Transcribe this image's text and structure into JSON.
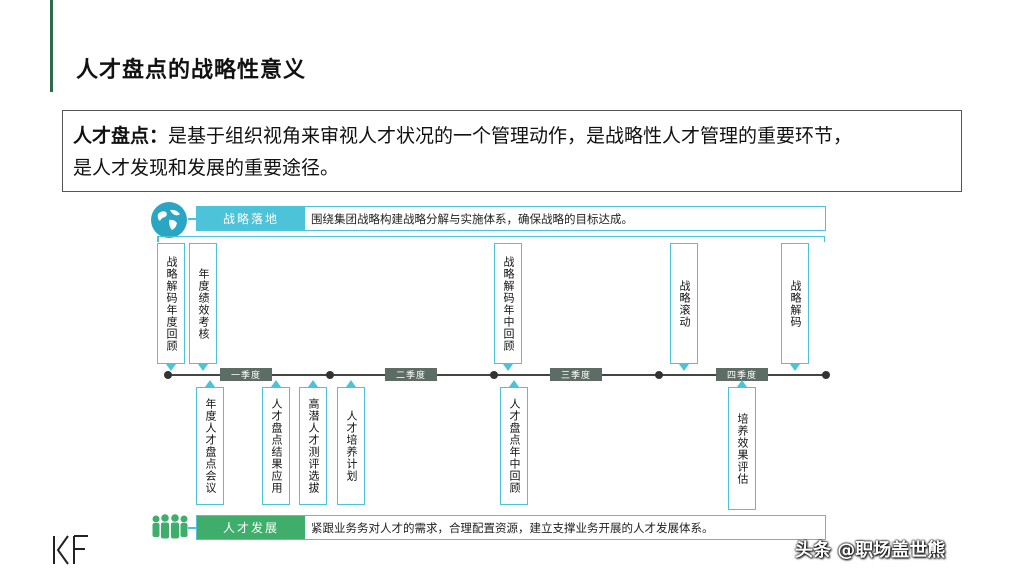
{
  "title": "人才盘点的战略性意义",
  "definition": {
    "term": "人才盘点：",
    "line1": "是基于组织视角来审视人才状况的一个管理动作，是战略性人才管理的重要环节，",
    "line2": "是人才发现和发展的重要途径。"
  },
  "top_band": {
    "label": "战略落地",
    "text": "围绕集团战略构建战略分解与实施体系，确保战略的目标达成。"
  },
  "bottom_band": {
    "label": "人才发展",
    "text": "紧跟业务务对人才的需求，合理配置资源，建立支撑业务开展的人才发展体系。"
  },
  "quarters": [
    "一季度",
    "二季度",
    "三季度",
    "四季度"
  ],
  "top_cards": [
    "战略解码年度回顾",
    "年度绩效考核",
    "战略解码年中回顾",
    "战略滚动",
    "战略解码"
  ],
  "bottom_cards": [
    "年度人才盘点会议",
    "人才盘点结果应用",
    "高潜人才测评选拔",
    "人才培养计划",
    "人才盘点年中回顾",
    "培养效果评估"
  ],
  "watermark": "头条 @职场盖世熊",
  "logo_text": "KF",
  "colors": {
    "accent": "#4cc3d9",
    "dark_green": "#2e6b4a",
    "quarter_bg": "#5d6d66"
  }
}
